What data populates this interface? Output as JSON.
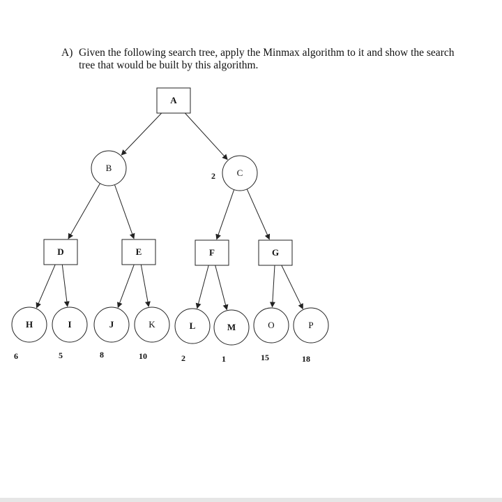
{
  "question": {
    "label": "A)",
    "line1": "Given the following search tree, apply the Minmax algorithm to it and show the search",
    "line2": "tree that would be built by this algorithm."
  },
  "nodes": [
    {
      "id": "A",
      "label": "A",
      "shape": "square"
    },
    {
      "id": "B",
      "label": "B",
      "shape": "circle"
    },
    {
      "id": "C",
      "label": "C",
      "shape": "circle"
    },
    {
      "id": "D",
      "label": "D",
      "shape": "square"
    },
    {
      "id": "E",
      "label": "E",
      "shape": "square"
    },
    {
      "id": "F",
      "label": "F",
      "shape": "square"
    },
    {
      "id": "G",
      "label": "G",
      "shape": "square"
    },
    {
      "id": "H",
      "label": "H",
      "shape": "circle"
    },
    {
      "id": "I",
      "label": "I",
      "shape": "circle"
    },
    {
      "id": "J",
      "label": "J",
      "shape": "circle"
    },
    {
      "id": "K",
      "label": "K",
      "shape": "circle"
    },
    {
      "id": "L",
      "label": "L",
      "shape": "circle"
    },
    {
      "id": "M",
      "label": "M",
      "shape": "circle"
    },
    {
      "id": "O",
      "label": "O",
      "shape": "circle"
    },
    {
      "id": "P",
      "label": "P",
      "shape": "circle"
    }
  ],
  "edges": [
    [
      "A",
      "B"
    ],
    [
      "A",
      "C"
    ],
    [
      "B",
      "D"
    ],
    [
      "B",
      "E"
    ],
    [
      "C",
      "F"
    ],
    [
      "C",
      "G"
    ],
    [
      "D",
      "H"
    ],
    [
      "D",
      "I"
    ],
    [
      "E",
      "J"
    ],
    [
      "E",
      "K"
    ],
    [
      "F",
      "L"
    ],
    [
      "F",
      "M"
    ],
    [
      "G",
      "O"
    ],
    [
      "G",
      "P"
    ]
  ],
  "node_values": [
    {
      "node": "C",
      "value": "2"
    }
  ],
  "leaf_values": [
    {
      "node": "H",
      "value": "6"
    },
    {
      "node": "I",
      "value": "5"
    },
    {
      "node": "J",
      "value": "8"
    },
    {
      "node": "K",
      "value": "10"
    },
    {
      "node": "L",
      "value": "2"
    },
    {
      "node": "M",
      "value": "1"
    },
    {
      "node": "O",
      "value": "15"
    },
    {
      "node": "P",
      "value": "18"
    }
  ]
}
